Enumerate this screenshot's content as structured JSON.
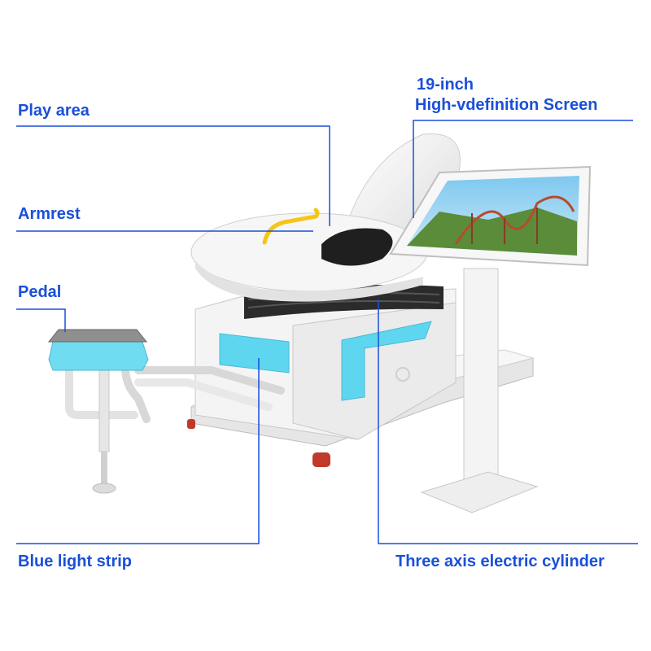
{
  "labels": {
    "play_area": "Play area",
    "armrest": "Armrest",
    "pedal": "Pedal",
    "screen_line1": "19-inch",
    "screen_line2": "High-vdefinition Screen",
    "blue_light_strip": "Blue light strip",
    "cylinder": "Three axis electric cylinder"
  },
  "colors": {
    "label_text": "#1a4fd8",
    "leader_line": "#1a4fd8",
    "light_strip": "#5fd6f0",
    "shell": "#f2f2f2",
    "bellows": "#2b2b2b",
    "armrest": "#f5c518",
    "wheel": "#c0392b"
  }
}
